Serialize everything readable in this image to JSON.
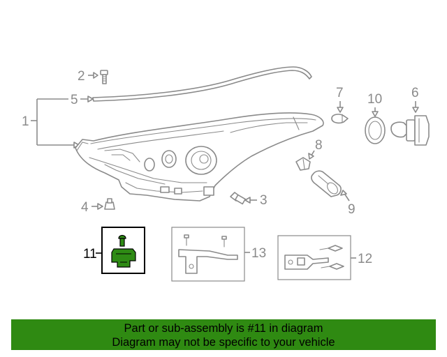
{
  "callouts": {
    "c1": "1",
    "c2": "2",
    "c3": "3",
    "c4": "4",
    "c5": "5",
    "c6": "6",
    "c7": "7",
    "c8": "8",
    "c9": "9",
    "c10": "10",
    "c11": "11",
    "c12": "12",
    "c13": "13"
  },
  "highlight": {
    "part_number": "11",
    "color": "#2e8b14",
    "box_color": "#000000"
  },
  "banner": {
    "line1": "Part or sub-assembly is #11 in diagram",
    "line2": "Diagram may not be specific to your vehicle",
    "background": "#2f8a12"
  }
}
